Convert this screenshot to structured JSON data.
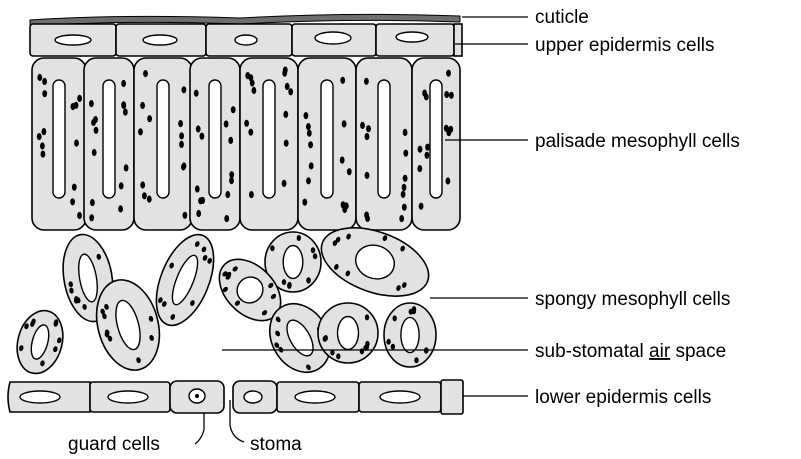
{
  "diagram": {
    "labels": {
      "cuticle": "cuticle",
      "upper_epidermis": "upper epidermis cells",
      "palisade": "palisade mesophyll cells",
      "spongy": "spongy mesophyll cells",
      "air_space_prefix": "sub-stomatal ",
      "air_space_word": "air",
      "air_space_suffix": " space",
      "lower_epidermis": "lower epidermis cells",
      "guard_cells": "guard cells",
      "stoma": "stoma"
    },
    "colors": {
      "cell_fill": "#e2e2e2",
      "cuticle": "#6e6e6e",
      "outline": "#000000"
    }
  }
}
